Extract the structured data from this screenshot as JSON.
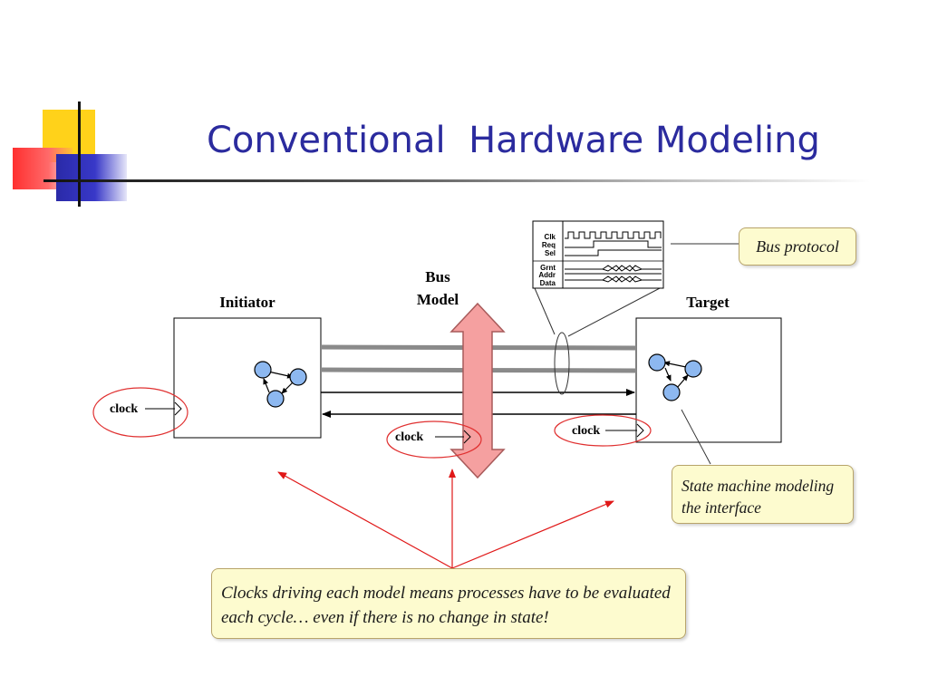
{
  "slide": {
    "title": "Conventional  Hardware Modeling"
  },
  "diagram": {
    "initiator_label": "Initiator",
    "target_label": "Target",
    "bus_model_label_line1": "Bus",
    "bus_model_label_line2": "Model",
    "clock_label": "clock",
    "timing_signals": [
      "Clk",
      "Req",
      "Sel",
      "Grnt",
      "Addr",
      "Data"
    ],
    "callouts": {
      "bus_protocol": "Bus protocol",
      "state_machine": "State machine modeling the interface",
      "clocks_note": "Clocks driving each model means processes have to be evaluated each cycle… even if there is no change in state!"
    }
  },
  "colors": {
    "title": "#2b2b9e",
    "bus_arrow": "#f5a0a0",
    "clock_ellipse": "#e03030",
    "node_fill": "#8db8f0",
    "callout_fill": "#fdfbcf"
  }
}
